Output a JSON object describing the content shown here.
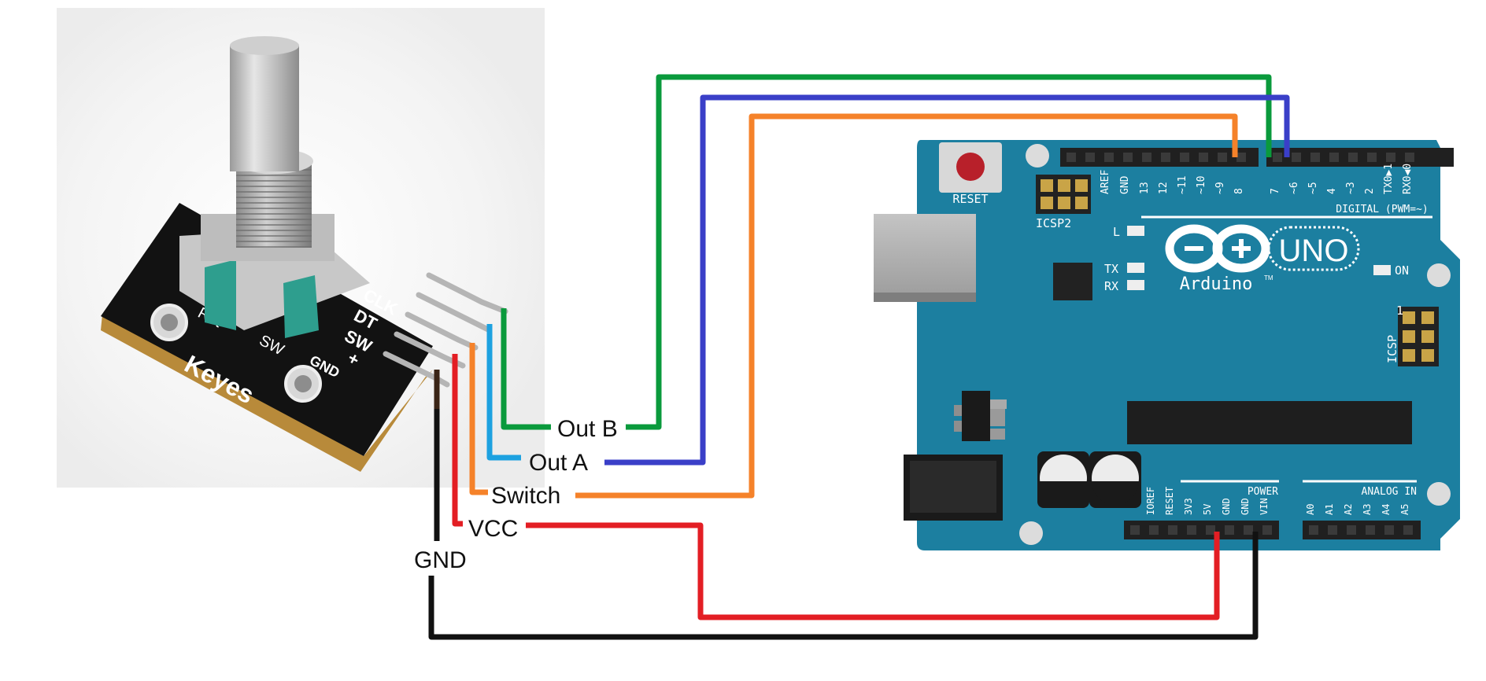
{
  "encoder": {
    "pin_labels": {
      "clk": "CLK",
      "dt": "DT",
      "sw": "SW",
      "plus": "+",
      "gnd": "GND"
    },
    "brand": "Keyes",
    "silkscreen_rot": "Rot",
    "silkscreen_sw": "SW"
  },
  "wire_labels": {
    "out_b": "Out B",
    "out_a": "Out A",
    "switch": "Switch",
    "vcc": "VCC",
    "gnd": "GND"
  },
  "arduino": {
    "reset": "RESET",
    "icsp2": "ICSP2",
    "icsp": "ICSP",
    "icsp_pin1": "1",
    "aref": "AREF",
    "gnd": "GND",
    "digital_pins": [
      "13",
      "12",
      "~11",
      "~10",
      "~9",
      "8",
      "7",
      "~6",
      "~5",
      "4",
      "~3",
      "2",
      "TX0▶1",
      "RX0◀0"
    ],
    "digital_label": "DIGITAL (PWM=~)",
    "led_l": "L",
    "led_tx": "TX",
    "led_rx": "RX",
    "on_label": "ON",
    "logo_uno": "UNO",
    "logo_arduino": "Arduino",
    "logo_tm": "TM",
    "power_pins": [
      "IOREF",
      "RESET",
      "3V3",
      "5V",
      "GND",
      "GND",
      "VIN"
    ],
    "power_label": "POWER",
    "analog_pins": [
      "A0",
      "A1",
      "A2",
      "A3",
      "A4",
      "A5"
    ],
    "analog_label": "ANALOG IN"
  },
  "colors": {
    "out_b": "#0a9a3c",
    "out_a": "#3a3fc8",
    "switch": "#f5822a",
    "vcc": "#e31e24",
    "gnd": "#111111",
    "board": "#1c7fa0",
    "pcb_black": "#121212"
  }
}
